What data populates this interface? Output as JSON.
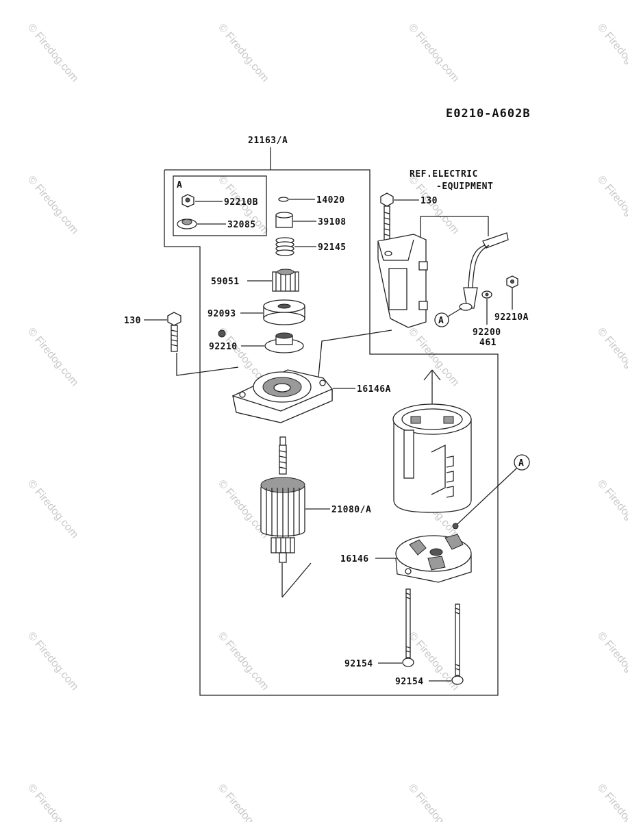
{
  "diagram_code": "E0210-A602B",
  "watermark": "© Firedog.com",
  "parts": {
    "assembly": "21163/A",
    "kit_a_label": "A",
    "nut_a": "92210B",
    "washer_a": "32085",
    "clip": "14020",
    "collar": "39108",
    "spring": "92145",
    "pinion": "59051",
    "washer": "92093",
    "nut_small": "92210",
    "bolt_left": "130",
    "bolt_top": "130",
    "ref_line1": "REF.ELECTRIC",
    "ref_line2": "-EQUIPMENT",
    "cable_marker": "A",
    "washer_b": "92200",
    "washer_b_sub": "461",
    "nut_b": "92210A",
    "end_cover": "16146A",
    "armature": "21080/A",
    "yoke_marker": "A",
    "brush_holder": "16146",
    "through_bolt_1": "92154",
    "through_bolt_2": "92154"
  }
}
